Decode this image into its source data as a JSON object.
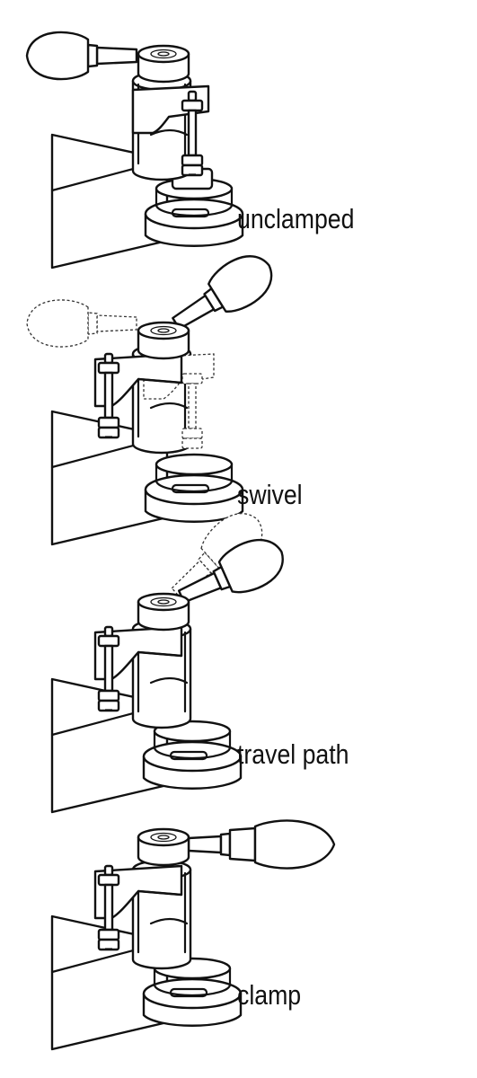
{
  "stages": [
    {
      "label": "unclamped"
    },
    {
      "label": "swivel"
    },
    {
      "label": "travel path"
    },
    {
      "label": "clamp"
    }
  ],
  "colors": {
    "line": "#111111",
    "background": "#ffffff"
  }
}
